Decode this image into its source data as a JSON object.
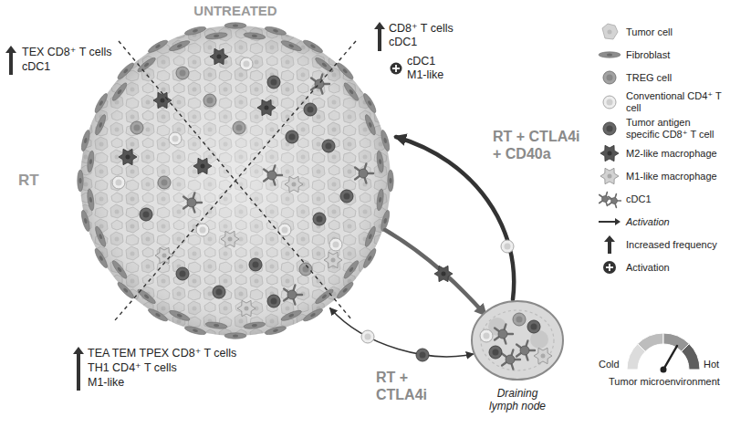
{
  "diagram": {
    "nodes": [
      {
        "text": [
          "Draining lymph node"
        ]
      }
    ],
    "labels": [
      "UNTREATED",
      "RT",
      "RT + CTLA4i + CD40a",
      "RT + CTLA4i",
      "TEX CD8⁺ T cells",
      "cDC1",
      "CD8⁺ T cells",
      "cDC1",
      "cDC1",
      "M1-like",
      "TEA TEM TPEX CD8⁺ T cells",
      "TH1 CD4⁺ T cells",
      "M1-like",
      "Cold",
      "Hot"
    ],
    "legend": [
      {
        "text": "Tumor cell"
      },
      {
        "text": "Fibroblast"
      },
      {
        "text": "TREG cell"
      },
      {
        "text": "Conventional CD4⁺ T cell"
      },
      {
        "text": "Tumor antigen specific CD8⁺ T cell"
      },
      {
        "text": "M2-like macrophage"
      },
      {
        "text": "M1-like macrophage"
      },
      {
        "text": "cDC1"
      },
      {
        "text": "Activation"
      },
      {
        "text": "Increased frequency"
      },
      {
        "text": "Activation"
      },
      {
        "text": "Tumor microenvironment"
      }
    ]
  }
}
